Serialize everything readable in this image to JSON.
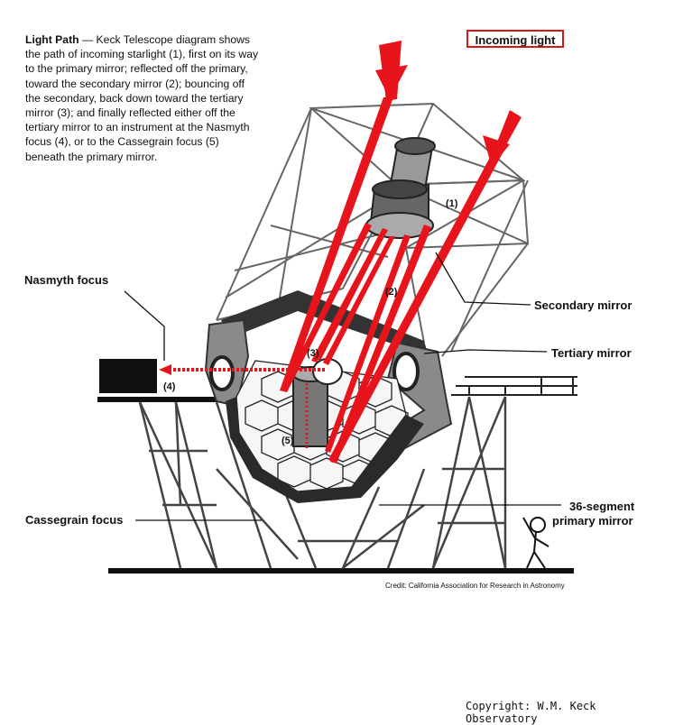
{
  "caption": {
    "title": "Light Path",
    "text": " — Keck Telescope diagram shows the path of incoming starlight (1), first on its way to the primary mirror; reflected off the primary, toward the secondary mirror (2); bouncing off the secondary, back down toward the tertiary mirror (3); and finally reflected either off the tertiary mirror to an instrument at the Nasmyth focus (4), or to the Cassegrain focus (5) beneath the primary mirror."
  },
  "labels": {
    "incoming": "Incoming light",
    "nasmyth": "Nasmyth focus",
    "secondary": "Secondary mirror",
    "tertiary": "Tertiary mirror",
    "cassegrain": "Cassegrain focus",
    "primary_line1": "36-segment",
    "primary_line2": "primary mirror"
  },
  "path_numbers": {
    "n1": "(1)",
    "n2": "(2)",
    "n3": "(3)",
    "n4": "(4)",
    "n5": "(5)"
  },
  "credit": "Credit: California Association for Research in Astronomy",
  "copyright": "Copyright: W.M. Keck Observatory",
  "colors": {
    "light": "#e8141c",
    "structure": "#333333",
    "ink": "#111111"
  }
}
